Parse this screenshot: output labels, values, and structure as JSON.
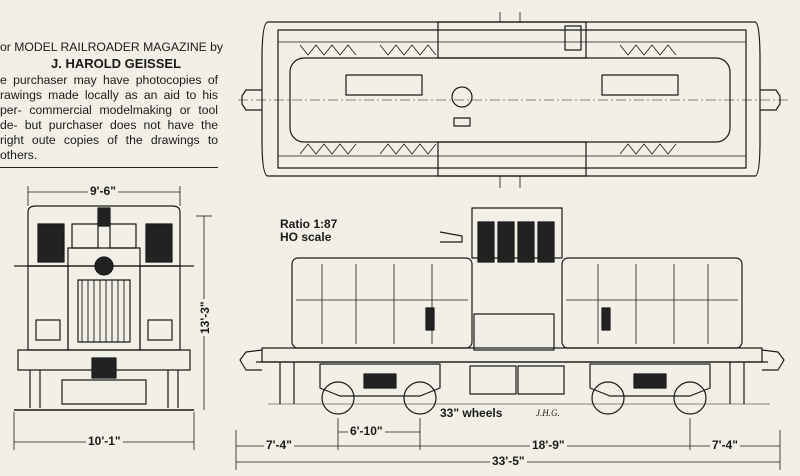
{
  "credit": {
    "line1": "or MODEL RAILROADER MAGAZINE by",
    "author": "J. HAROLD GEISSEL",
    "body": "e purchaser may have photocopies of rawings made locally as an aid to his per- commercial modelmaking or tool de- but purchaser does not have the right oute copies of the drawings to others."
  },
  "scale": {
    "ratio": "Ratio 1:87",
    "gauge": "HO scale"
  },
  "dimensions": {
    "end_width": "9'-6\"",
    "end_height": "13'-3\"",
    "end_base": "10'-1\"",
    "overhang_left": "7'-4\"",
    "truck_wheelbase": "6'-10\"",
    "wheels": "33\" wheels",
    "truck_centers": "18'-9\"",
    "overhang_right": "7'-4\"",
    "overall_length": "33'-5\""
  },
  "initials": "J.H.G.",
  "colors": {
    "paper": "#f1efe6",
    "ink": "#1a1a1a"
  }
}
